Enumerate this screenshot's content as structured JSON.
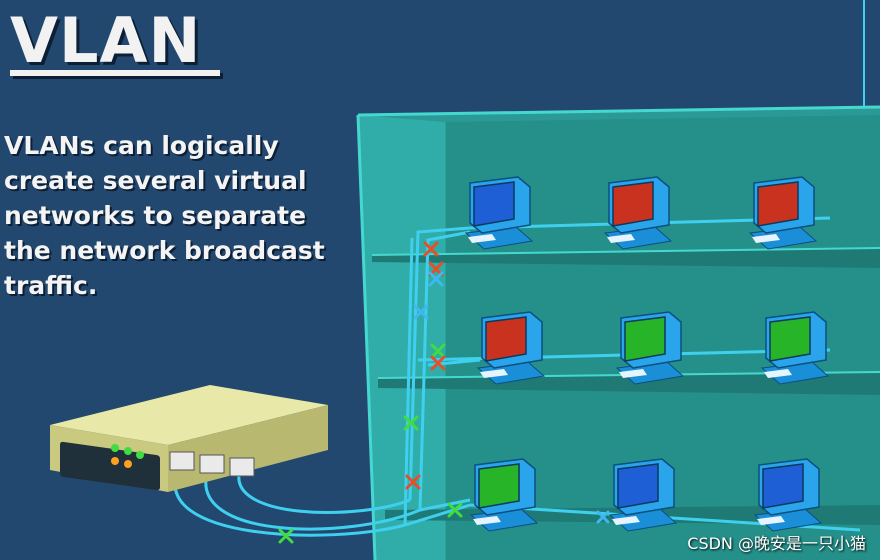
{
  "heading": "VLAN",
  "description": "VLANs can logically create several virtual networks to separate the network broadcast traffic.",
  "watermark": "CSDN @晚安是一只小猫",
  "switch": {
    "panel_label": "",
    "ports": [
      "port-1",
      "port-2",
      "port-3"
    ]
  },
  "computers": [
    {
      "row": 1,
      "col": 1,
      "screen_color": "#1e5fd6"
    },
    {
      "row": 1,
      "col": 2,
      "screen_color": "#c8321e"
    },
    {
      "row": 1,
      "col": 3,
      "screen_color": "#c8321e"
    },
    {
      "row": 2,
      "col": 1,
      "screen_color": "#c8321e"
    },
    {
      "row": 2,
      "col": 2,
      "screen_color": "#28b428"
    },
    {
      "row": 2,
      "col": 3,
      "screen_color": "#28b428"
    },
    {
      "row": 3,
      "col": 1,
      "screen_color": "#28b428"
    },
    {
      "row": 3,
      "col": 2,
      "screen_color": "#1e5fd6"
    },
    {
      "row": 3,
      "col": 3,
      "screen_color": "#1e5fd6"
    }
  ],
  "colors": {
    "background": "#23486f",
    "shelf": "#2a9c98",
    "cable": "#3fd0f0",
    "vlan_blue": "#3fb8f0",
    "vlan_red": "#e4502a",
    "vlan_green": "#40dc40",
    "switch_body": "#d8d890"
  }
}
